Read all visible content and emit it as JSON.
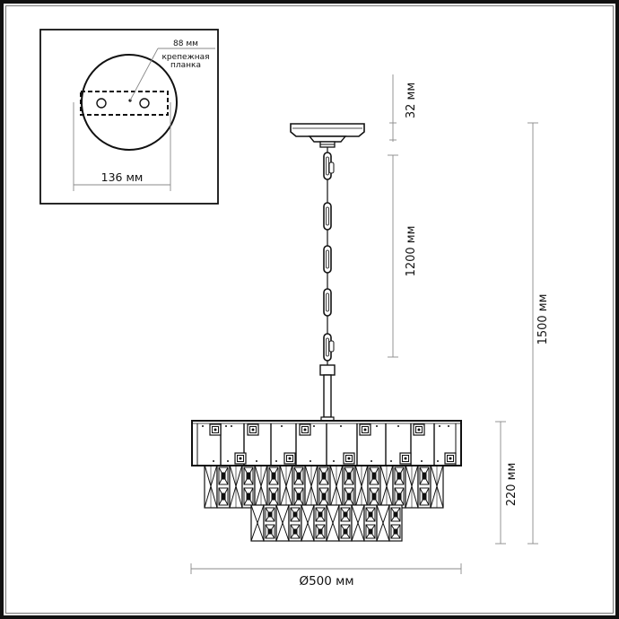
{
  "inset": {
    "plate_width_label": "88 мм",
    "plate_name_line1": "крепежная",
    "plate_name_line2": "планка",
    "canopy_diameter_label": "136 мм"
  },
  "dimensions": {
    "canopy_height": "32 мм",
    "chain_length": "1200 мм",
    "total_height": "1500 мм",
    "body_height": "220 мм",
    "diameter": "Ø500 мм"
  },
  "colors": {
    "line": "#111111",
    "dim_line": "#8a8a8a",
    "background": "#ffffff",
    "frame": "#111111"
  }
}
